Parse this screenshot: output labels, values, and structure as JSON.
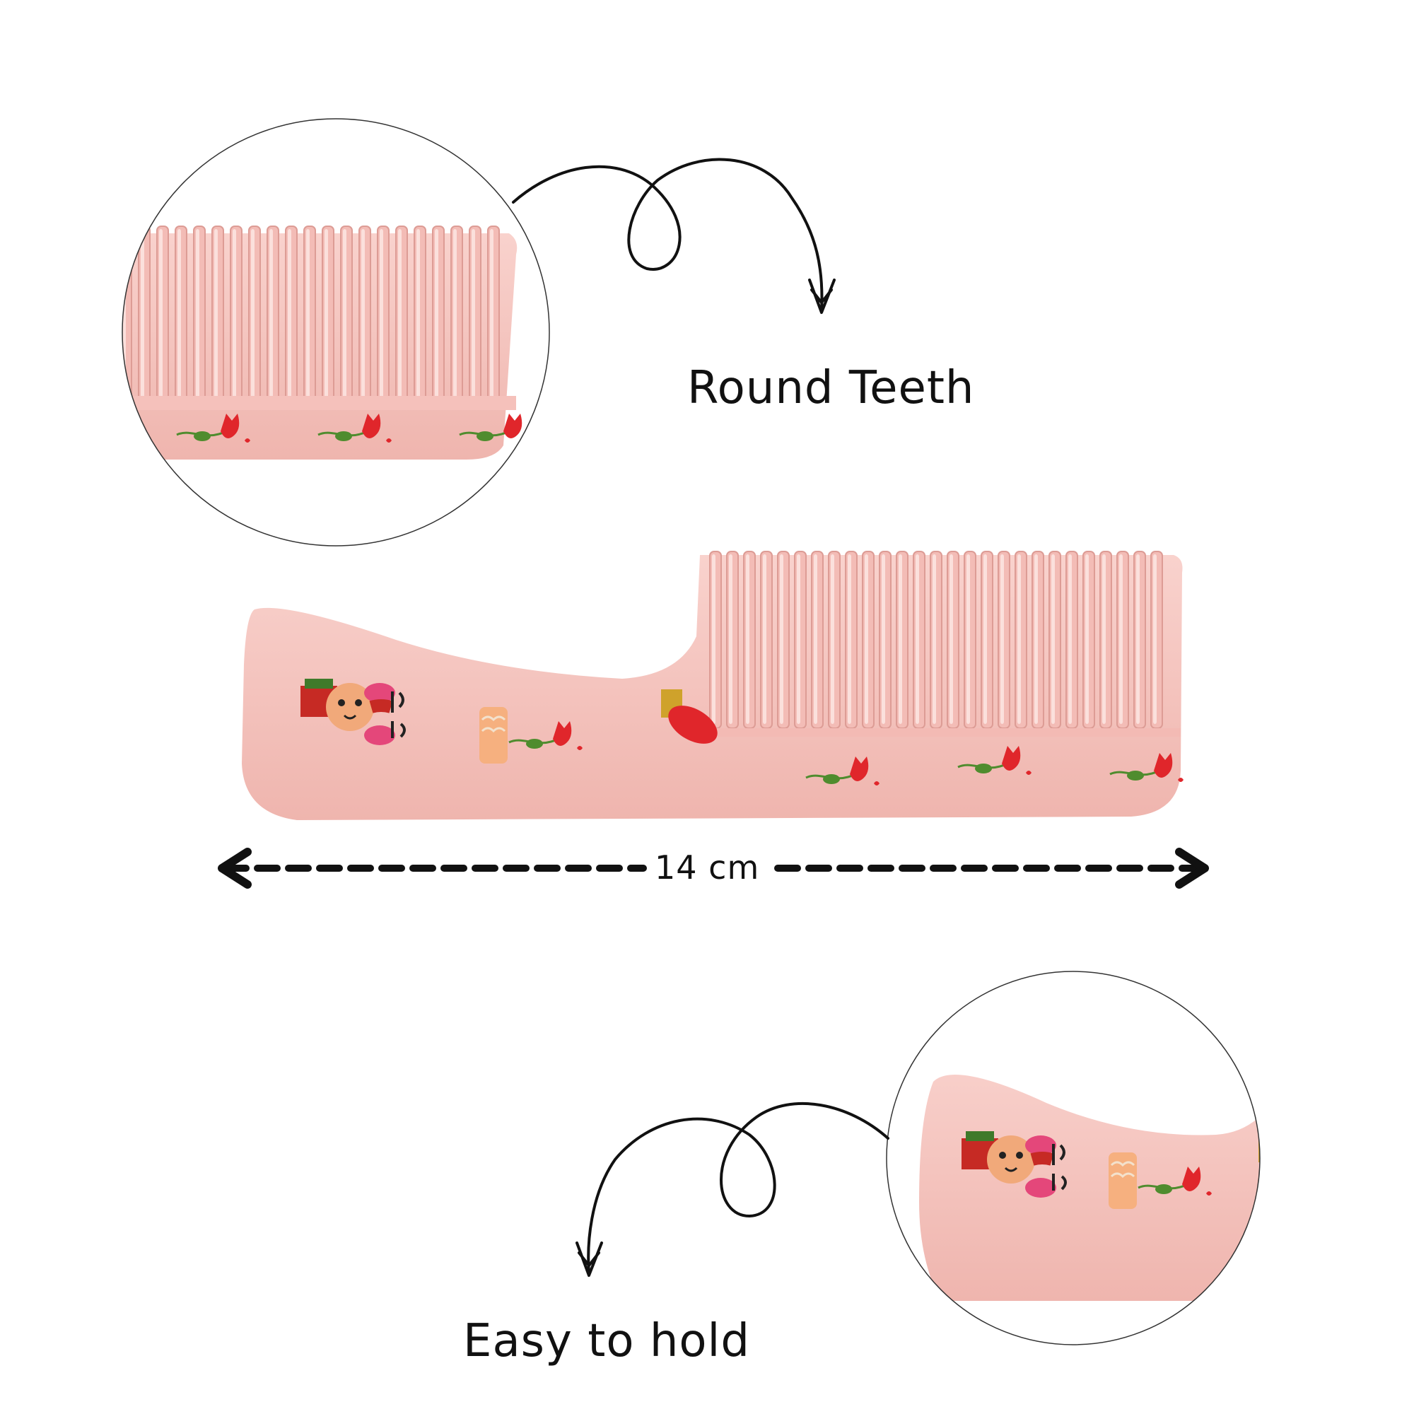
{
  "callouts": {
    "teeth_label": "Round Teeth",
    "hold_label": "Easy to hold"
  },
  "dimension": {
    "length_label": "14 cm"
  },
  "colors": {
    "comb_pink": "#f6c7c2",
    "comb_shadow": "#e9aaa4",
    "flower_red": "#e0262b",
    "leaf_green": "#4f8c2e",
    "ink": "#111111"
  },
  "icons": {
    "arrow_head": "chevron-arrow-icon",
    "character": "cartoon-dragon-icon",
    "flower": "tulip-flower-icon"
  }
}
